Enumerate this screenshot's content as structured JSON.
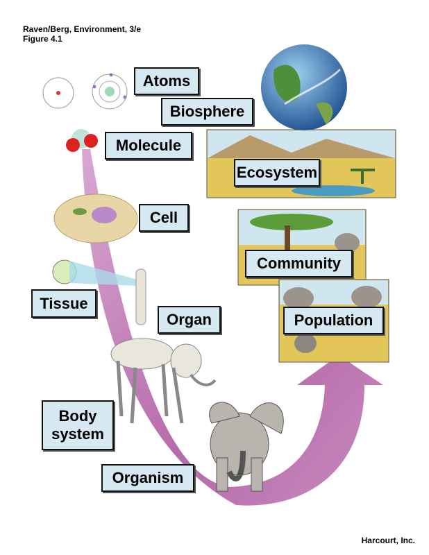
{
  "caption": {
    "line1": "Raven/Berg, Environment, 3/e",
    "line2": "Figure 4.1"
  },
  "credit": "Harcourt, Inc.",
  "levels": {
    "atoms": "Atoms",
    "molecule": "Molecule",
    "cell": "Cell",
    "tissue": "Tissue",
    "organ": "Organ",
    "body_system_1": "Body",
    "body_system_2": "system",
    "organism": "Organism",
    "population": "Population",
    "community": "Community",
    "ecosystem": "Ecosystem",
    "biosphere": "Biosphere"
  },
  "colors": {
    "label_bg": "#d6e9f2",
    "arrow": "#c27fb8",
    "sky": "#cfe6f0",
    "savanna": "#e3c65a"
  }
}
